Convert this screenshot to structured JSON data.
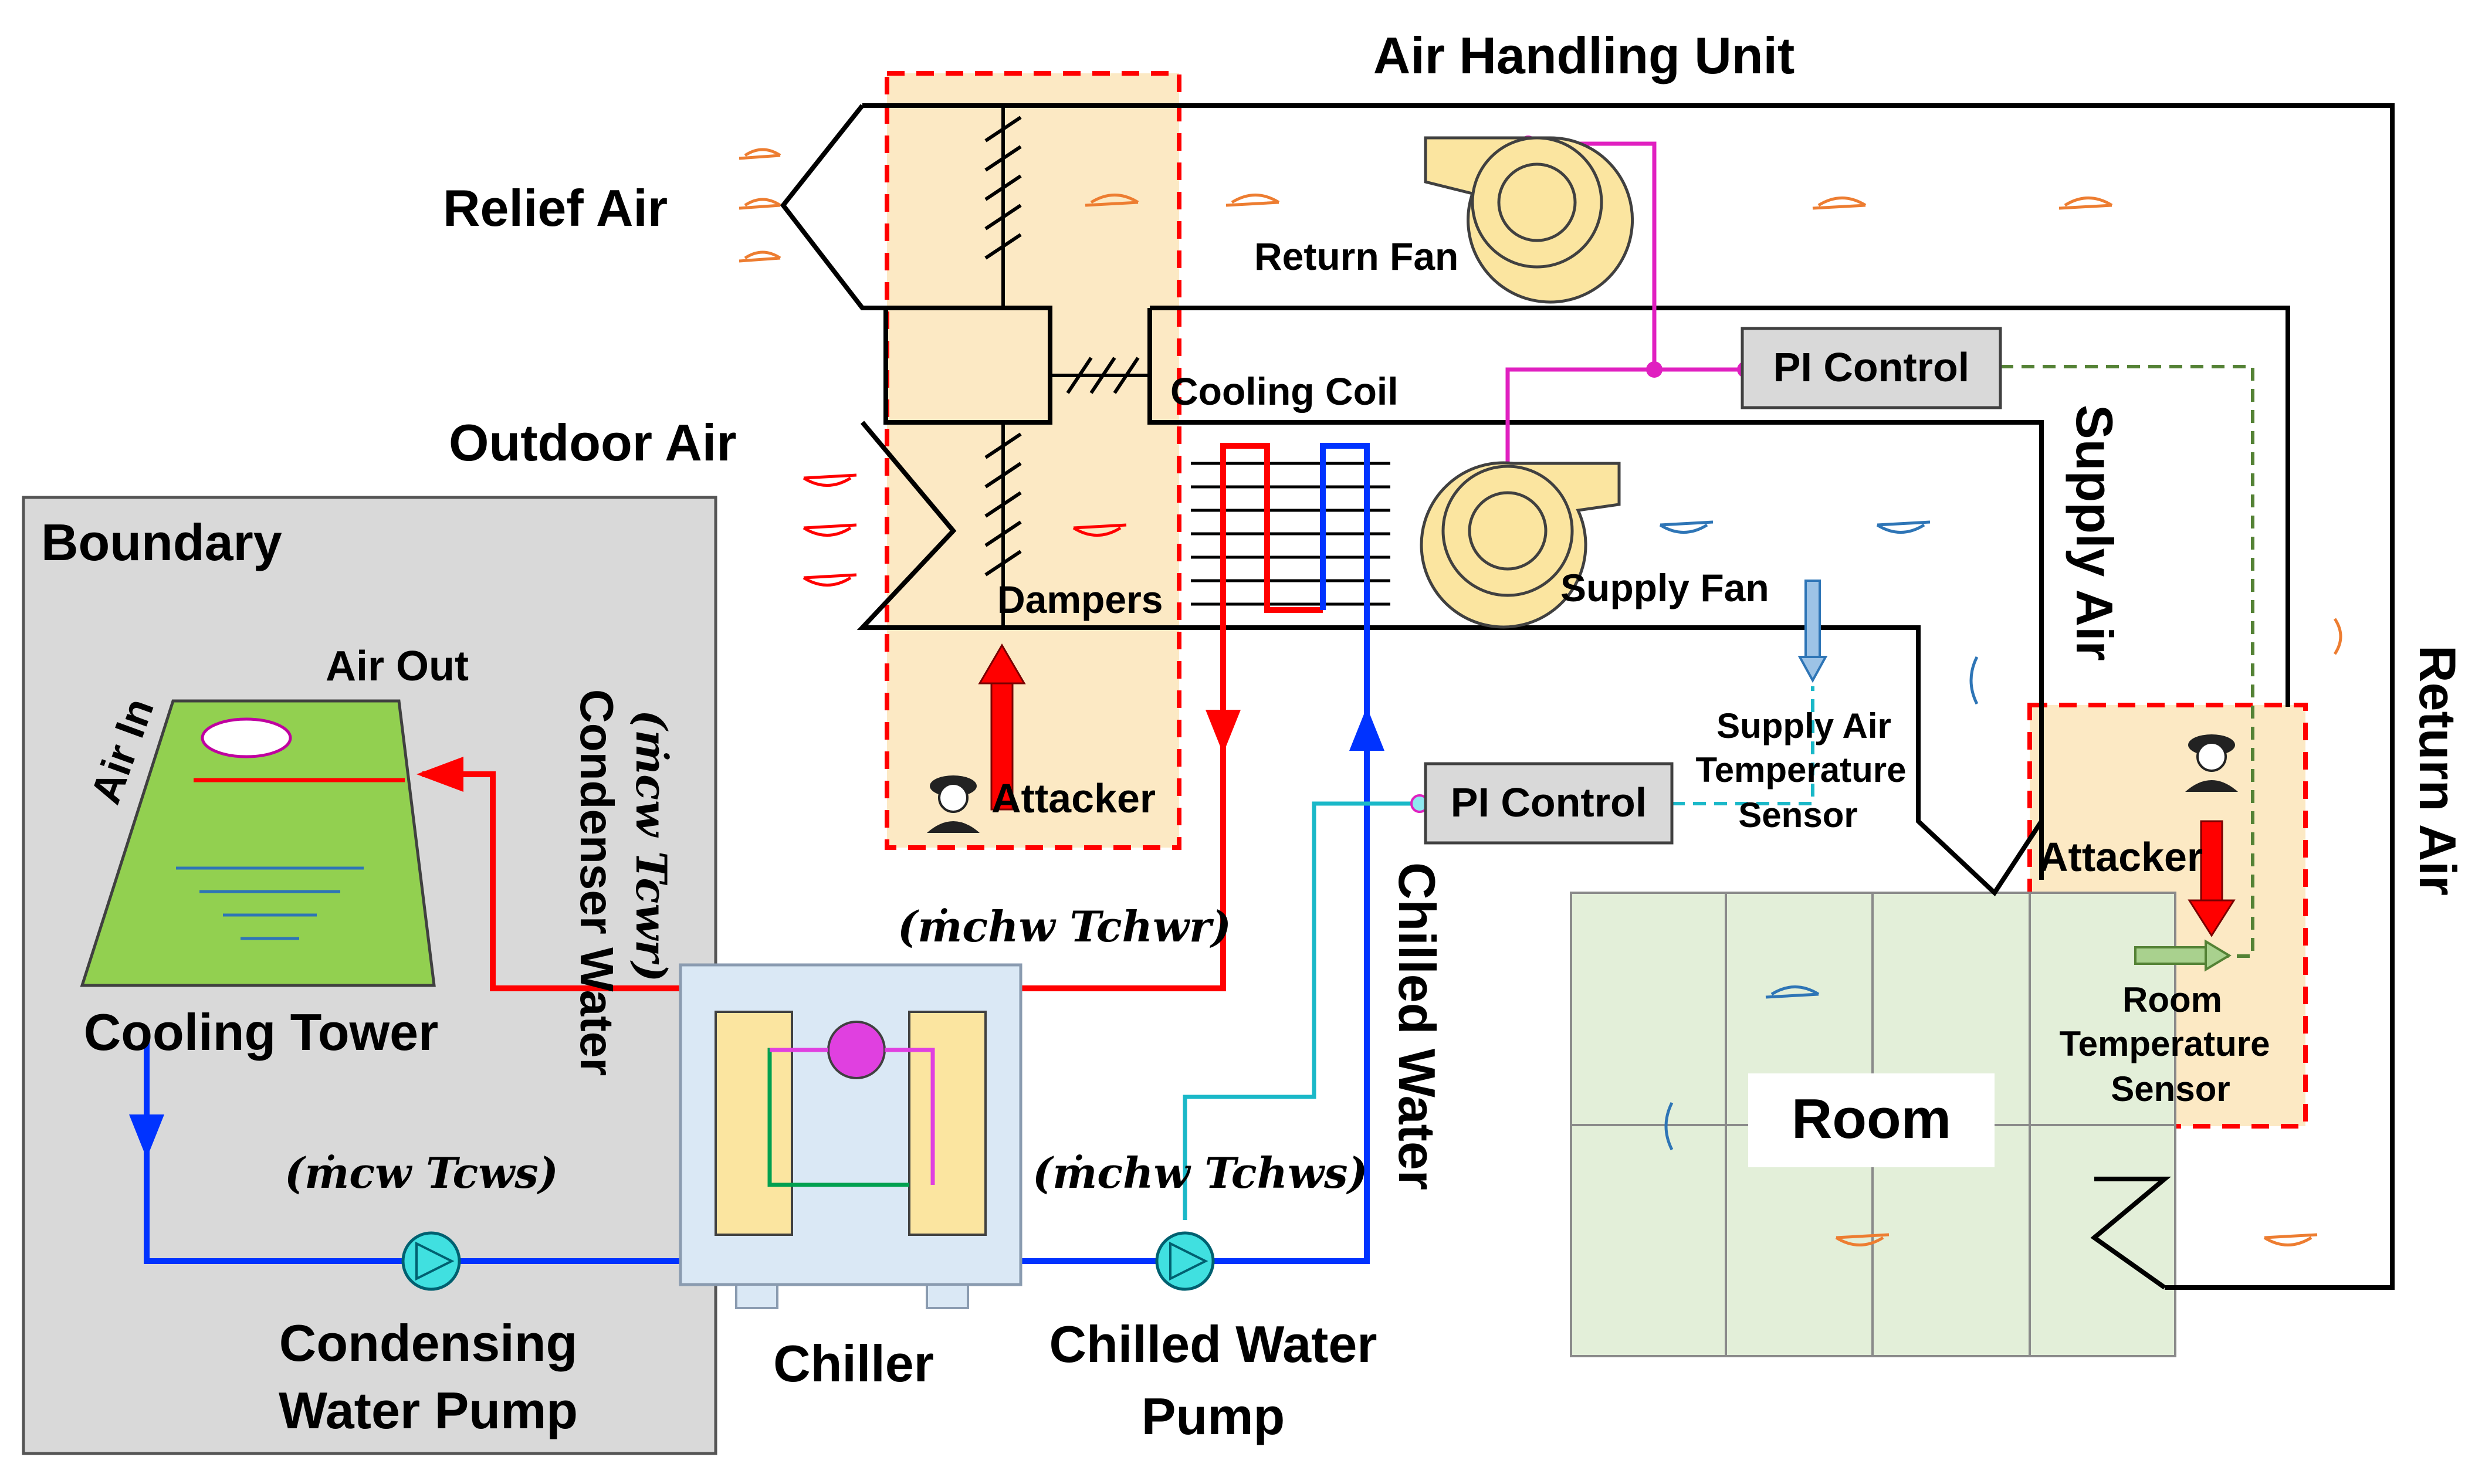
{
  "title": "Air Handling Unit",
  "labels": {
    "relief_air": "Relief Air",
    "outdoor_air": "Outdoor Air",
    "dampers": "Dampers",
    "return_fan": "Return Fan",
    "supply_fan": "Supply Fan",
    "cooling_coil": "Cooling Coil",
    "supply_air": "Supply Air",
    "return_air": "Return Air",
    "chilled_water": "Chilled Water",
    "condenser_water": "Condenser Water",
    "boundary": "Boundary",
    "air_out": "Air Out",
    "air_in": "Air In",
    "cooling_tower": "Cooling Tower",
    "chiller": "Chiller",
    "condensing_pump_l1": "Condensing",
    "condensing_pump_l2": "Water Pump",
    "chilled_pump_l1": "Chilled Water",
    "chilled_pump_l2": "Pump",
    "room": "Room",
    "supply_sensor_l1": "Supply Air",
    "supply_sensor_l2": "Temperature",
    "supply_sensor_l3": "Sensor",
    "room_sensor_l1": "Room",
    "room_sensor_l2": "Temperature",
    "room_sensor_l3": "Sensor",
    "pi_control_top": "PI Control",
    "pi_control_mid": "PI Control",
    "attacker_left": "Attacker",
    "attacker_right": "Attacker"
  },
  "flow_labels": {
    "chwr": "(ṁchw Tchwr)",
    "chws": "(ṁchw Tchws)",
    "cws": "(ṁcw Tcws)",
    "cwr": "(ṁcw Tcwr)"
  },
  "colors": {
    "supply_pipe": "#ff0000",
    "return_pipe": "#0033ff",
    "control_line": "#e020c0",
    "sensor_line": "#1ab8c8",
    "attack_zone": "#ff0000",
    "attack_fill": "#fce9c4",
    "room_fill": "#e3efd9",
    "boundary_fill": "#d9d9d9",
    "tower_fill": "#92d050",
    "warm_arrow": "#ed7d31",
    "cool_arrow": "#2e75b6"
  }
}
